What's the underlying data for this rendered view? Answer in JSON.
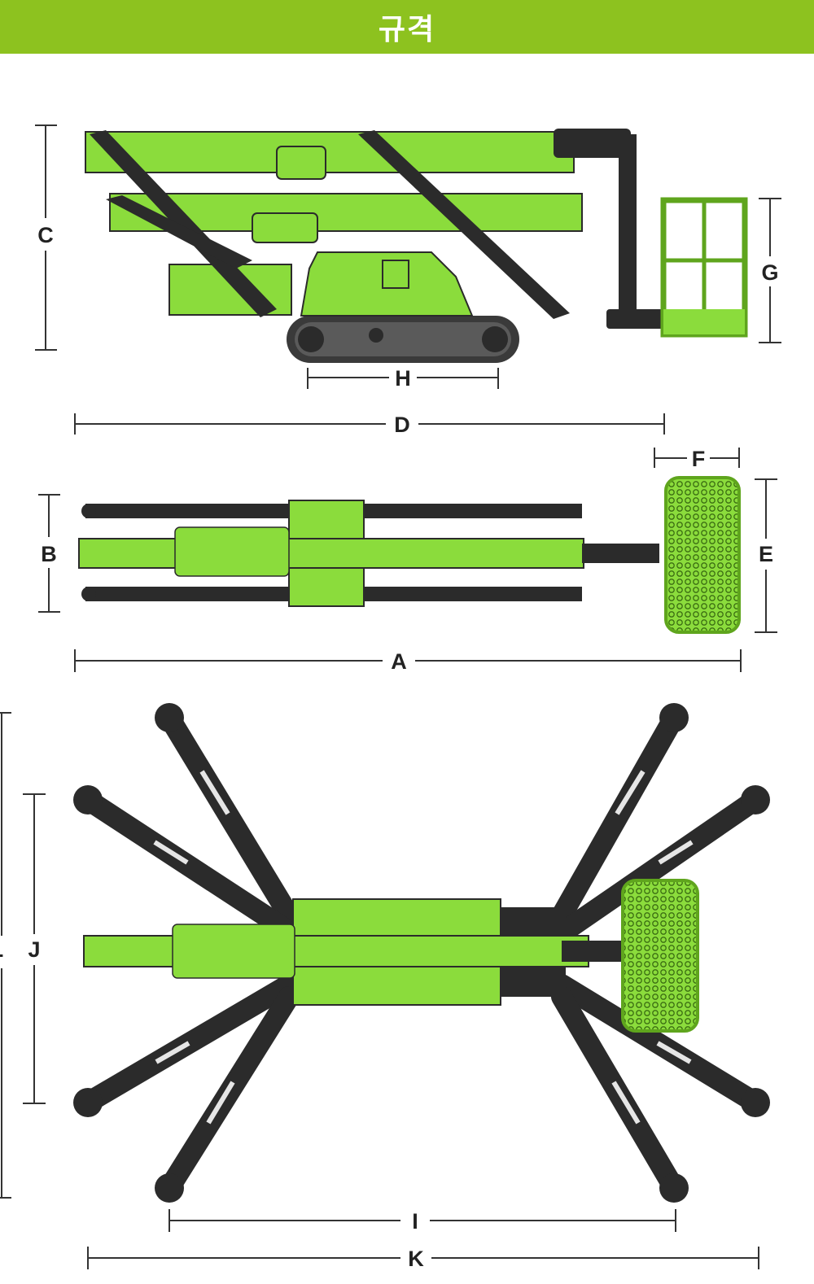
{
  "header": {
    "title": "규격"
  },
  "colors": {
    "header_bg": "#8dc21f",
    "machine_green": "#8bdc3c",
    "machine_dark": "#2b2b2b",
    "dim_line": "#333333"
  },
  "dimensions": {
    "A": "A",
    "B": "B",
    "C": "C",
    "D": "D",
    "E": "E",
    "F": "F",
    "G": "G",
    "H": "H",
    "I": "I",
    "J": "J",
    "K": "K",
    "L": "L"
  }
}
